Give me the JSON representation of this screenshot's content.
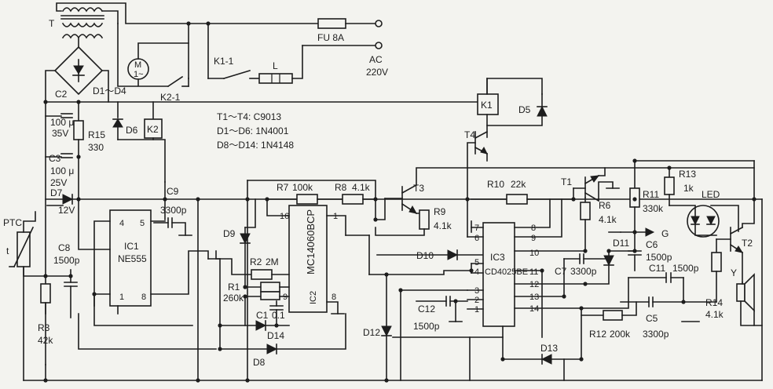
{
  "labels": {
    "T": "T",
    "FU": "FU 8A",
    "AC": "AC",
    "V220": "220V",
    "K11": "K1-1",
    "L": "L",
    "K21": "K2-1",
    "M": "M",
    "Msub": "1~",
    "D1D4": "D1～D4",
    "C2": "C2",
    "C2v": "100 μ",
    "C2r": "35V",
    "R15": "R15",
    "R15v": "330",
    "C3": "C3",
    "C3v": "100 μ",
    "C3r": "25V",
    "D7": "D7",
    "V12": "12V",
    "D6": "D6",
    "K2": "K2",
    "K1": "K1",
    "D5": "D5",
    "T4": "T4",
    "spec1": "T1～T4:  C9013",
    "spec2": "D1～D6:  1N4001",
    "spec3": "D8～D14: 1N4148",
    "C9": "C9",
    "C9v": "3300p",
    "PTC": "PTC",
    "t": "t",
    "C8": "C8",
    "C8v": "1500p",
    "IC1": "IC1",
    "NE555": "NE555",
    "p4": "4",
    "p5": "5",
    "p1": "1",
    "p8": "8",
    "R3": "R3",
    "R3v": "42k",
    "D9": "D9",
    "R7": "R7",
    "R7v": "100k",
    "R8": "R8",
    "R8v": "4.1k",
    "p16": "16",
    "p1b": "1",
    "IC2": "MC14060BCP",
    "IC2b": "IC2",
    "p9": "9",
    "p8b": "8",
    "R2": "R2",
    "R2v": "2M",
    "R1": "R1",
    "R1v": "260k",
    "C1": "C1",
    "C1v": "0.1",
    "D14": "D14",
    "D8": "D8",
    "T3": "T3",
    "R9": "R9",
    "R9v": "4.1k",
    "D10": "D10",
    "R10": "R10",
    "R10v": "22k",
    "IC3": "IC3",
    "IC3b": "CD4025BE",
    "q7": "7",
    "q6": "6",
    "q5": "5",
    "q4": "4",
    "q3": "3",
    "q2": "2",
    "q1": "1",
    "q8": "8",
    "q9": "9",
    "q10": "10",
    "q11": "11",
    "q12": "12",
    "q13": "13",
    "q14": "14",
    "C12": "C12",
    "C12v": "1500p",
    "D12": "D12",
    "T1": "T1",
    "R6": "R6",
    "R6v": "4.1k",
    "R11": "R11",
    "R11v": "330k",
    "R13": "R13",
    "R13v": "1k",
    "LED": "LED",
    "G": "G",
    "D11": "D11",
    "C6": "C6",
    "C6v": "1500p",
    "C7": "C7",
    "C7v": "3300p",
    "C11": "C11",
    "C11v": "1500p",
    "T2": "T2",
    "Y": "Y",
    "R14": "R14",
    "R14v": "4.1k",
    "C5": "C5",
    "C5v": "3300p",
    "R12": "R12",
    "R12v": "200k",
    "D13": "D13"
  }
}
